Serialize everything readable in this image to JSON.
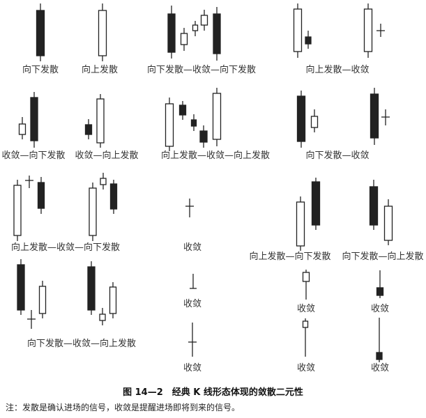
{
  "colors": {
    "ink": "#222222",
    "fill_black": "#222222",
    "fill_white": "#ffffff",
    "label": "#333333"
  },
  "labels": {
    "down_spread": "向下发散",
    "up_spread": "向上发散",
    "down_converge_down": "向下发散—收敛—向下发散",
    "up_converge": "向上发散—收敛",
    "converge_down": "收敛—向下发散",
    "converge_up": "收敛—向上发散",
    "up_converge_up": "向上发散—收敛—向上发散",
    "down_converge": "向下发散—收敛",
    "up_converge_down": "向上发散—收敛—向下发散",
    "converge": "收敛",
    "up_down": "向上发散—向下发散",
    "down_up": "向下发散—向上发散",
    "down_converge_up": "向下发散—收敛—向上发散"
  },
  "caption": "图 14—2　经典 K 线形态体现的敛散二元性",
  "note": "注：发散是确认进场的信号，收敛是提醒进场即将到来的信号。"
}
